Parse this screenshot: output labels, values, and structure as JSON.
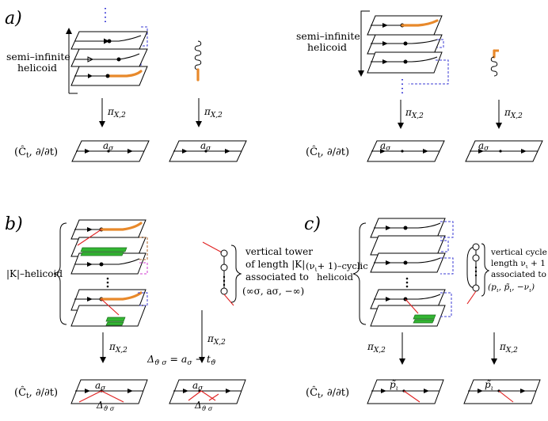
{
  "panel_labels": {
    "a": "a)",
    "b": "b)",
    "c": "c)"
  },
  "labels": {
    "semi_infinite": "semi–infinite",
    "helicoid": "helicoid",
    "projection": "π",
    "projection_sub": "X,2",
    "base_space": "(Ĉ",
    "base_space_sub": "t",
    "base_space_vf": ", ∂/∂t)",
    "a_sigma": "a",
    "a_sigma_sub": "σ",
    "k_helicoid": "|K|–helicoid",
    "nu_cyclic_1": "(ν",
    "nu_cyclic_2": "+ 1)–cyclic",
    "vertical_tower_1": "vertical tower",
    "vertical_tower_2": "of length |K|",
    "vertical_tower_3": "associated to",
    "vertical_tower_4": "(∞σ, aσ, −∞)",
    "vertical_cycle_1": "vertical cycle of",
    "vertical_cycle_2": "length ν",
    "vertical_cycle_2b": " + 1",
    "vertical_cycle_3": "associated to",
    "vertical_cycle_4": "(p",
    "vertical_cycle_4b": ", p̃",
    "vertical_cycle_4c": ", −ν",
    "vertical_cycle_4d": ")",
    "delta_eq": "Δ",
    "delta_eq_sub": "ϑ σ",
    "delta_eq_rhs": " = a",
    "delta_eq_rhs_sub": "σ",
    "delta_eq_minus": " − t",
    "delta_eq_minus_sub": "ϑ",
    "delta": "Δ",
    "delta_sub": "ϑ σ",
    "p_tilde": "p̃",
    "p_tilde_sub": "ι"
  },
  "colors": {
    "tail": "#e8892b",
    "dashed": "#3b3bd6",
    "band": "#33b533",
    "red": "#e02020",
    "brown_dashed": "#b0652a",
    "magenta_dashed": "#d13bd1"
  },
  "icons": [
    "vertical-arrow-icon",
    "spring-icon",
    "brace-icon"
  ]
}
